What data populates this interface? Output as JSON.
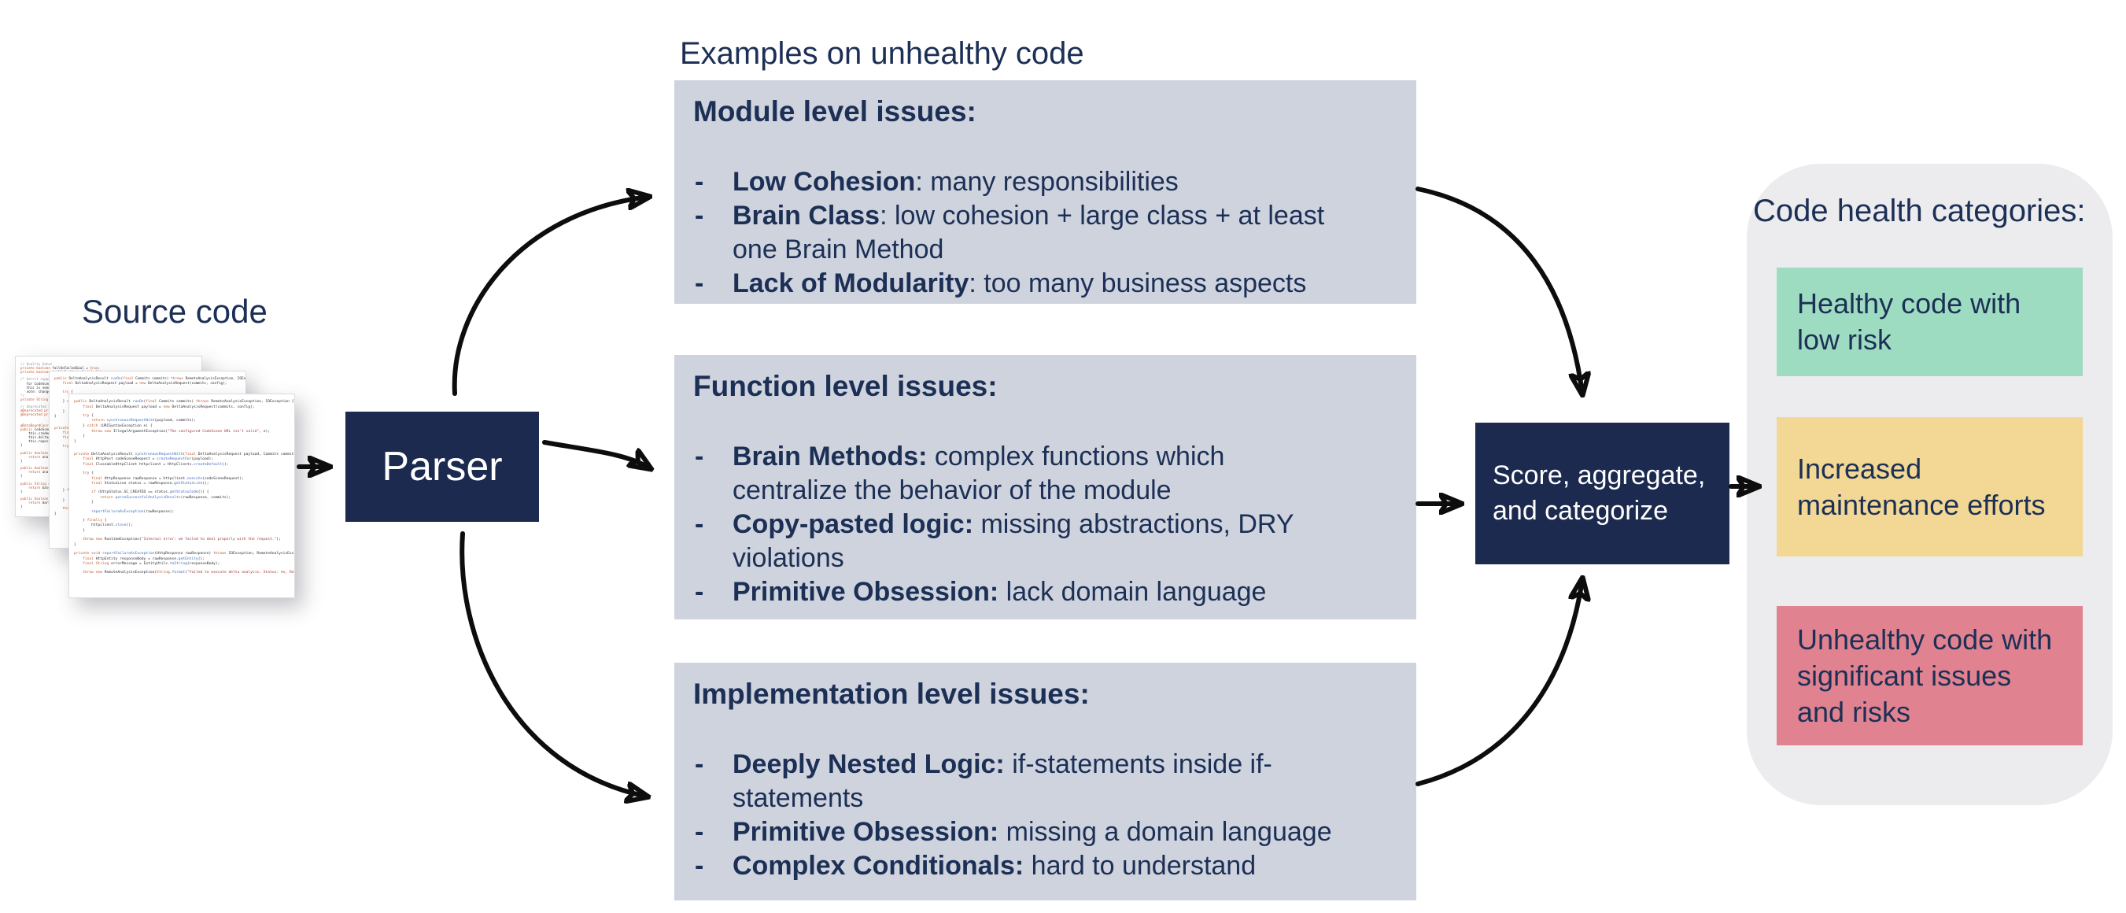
{
  "palette": {
    "navy": "#1b2a4e",
    "box_bg": "#ced3de",
    "panel_bg": "#ececee",
    "arrow": "#0d0d0d",
    "text_navy": "#1c2f55",
    "healthy_green": "#9edcc1",
    "maintenance_yellow": "#f2d795",
    "unhealthy_red": "#e08290"
  },
  "examples_title": "Examples on unhealthy code",
  "source": {
    "label": "Source code",
    "pages": [
      {
        "lines": [
          "// Quality Gates",
          "private boolean failOnFailedGoal = true;",
          "private boolean failOnDecliningCodeHealth = true;",
          "",
          "/* Gerrit support",
          "   for CodeScene delta analysis",
          "   this is needed to resolve the",
          "   note: change_id of the commits",
          "*/",
          "private String originUrl;",
          "",
          "// deprecated settings",
          "@Deprecated private String protocol;",
          "@Deprecated private String baseUrl;",
          "",
          "",
          "@DataBoundConstructor",
          "public CodeSceneBuilder(",
          "    this.credentialsId = credentialsId;",
          "    this.deltaAnalysisUrl = url;",
          "    this.repositoryName = repo;",
          "}",
          "",
          "public boolean isAnalyzeLatestIndividually() {",
          "    return analysisConfig;",
          "}",
          "",
          "public boolean isAnalyzeBranchDiff() {",
          "    return analysisBranch;",
          "}",
          "",
          "public String getBaseRevision() {",
          "    return baseRevision;",
          "}",
          "",
          "public boolean isMarkBuildAsUnstable() {",
          "    return markBuild;",
          "}"
        ]
      },
      {
        "lines": [
          "public DeltaAnalysisResult runOn(final Commits commits) throws RemoteAnalysisException, IOException {",
          "    final DeltaAnalysisRequest payload = new DeltaAnalysisRequest(commits, config);",
          "",
          "    try {",
          "        return synchronousRequestWith(payload, commits);",
          "    } catch (URISyntaxException e) {",
          "        throw new IllegalArgumentException(\"The configured CodeScene URL isn't valid\", e);",
          "    }",
          "}",
          "",
          "",
          "private DeltaAnalysisResult synchronousRequestWith(final DeltaAnalysisRequest payload, Commits commits) throws",
          "    final HttpPost codeSceneRequest = createRequestFor(payload);",
          "    final CloseableHttpClient httpclient = HttpClients.createDefault();",
          "",
          "    try {",
          "        final HttpResponse rawResponse = httpclient.execute(codeSceneRequest);",
          "        final StatusLine status = rawResponse.getStatusLine();",
          "",
          "        if (HttpStatus.SC_CREATED == status.getStatusCode()) {",
          "            return parseSuccessfulAnalysisResults(rawResponse, commits);",
          "        }",
          "",
          "        reportFailureAsException(rawResponse);",
          "",
          "    } finally {",
          "        httpclient.close();",
          "    }",
          "",
          "    throw new RuntimeException(\"Internal error: we failed to deal properly with the request.\");",
          "}"
        ]
      },
      {
        "lines": [
          "public DeltaAnalysisResult runOn(final Commits commits) throws RemoteAnalysisException, IOException {",
          "    final DeltaAnalysisRequest payload = new DeltaAnalysisRequest(commits, config);",
          "",
          "    try {",
          "        return synchronousRequestWith(payload, commits);",
          "    } catch (URISyntaxException e) {",
          "        throw new IllegalArgumentException(\"The configured CodeScene URL isn't valid\", e);",
          "    }",
          "}",
          "",
          "",
          "private DeltaAnalysisResult synchronousRequestWith(final DeltaAnalysisRequest payload, Commits commits) throws",
          "    final HttpPost codeSceneRequest = createRequestFor(payload);",
          "    final CloseableHttpClient httpclient = HttpClients.createDefault();",
          "",
          "    try {",
          "        final HttpResponse rawResponse = httpclient.execute(codeSceneRequest);",
          "        final StatusLine status = rawResponse.getStatusLine();",
          "",
          "        if (HttpStatus.SC_CREATED == status.getStatusCode()) {",
          "            return parseSuccessfulAnalysisResults(rawResponse, commits);",
          "        }",
          "",
          "        reportFailureAsException(rawResponse);",
          "",
          "    } finally {",
          "        httpclient.close();",
          "    }",
          "",
          "    throw new RuntimeException(\"Internal error: we failed to deal properly with the request.\");",
          "}",
          "",
          "private void reportFailureAsException(HttpResponse rawResponse) throws IOException, RemoteAnalysisException {",
          "    final HttpEntity responseBody = rawResponse.getEntity();",
          "    final String errorMessage = EntityUtils.toString(responseBody);",
          "",
          "    throw new RemoteAnalysisException(String.format(\"Failed to execute delta analysis. Status: %s, Reason: %s\","
        ]
      }
    ]
  },
  "parser": {
    "label": "Parser"
  },
  "issue_boxes": [
    {
      "title": "Module level issues:",
      "bullets": [
        {
          "term": "Low Cohesion",
          "rest": ": many responsibilities"
        },
        {
          "term": "Brain Class",
          "rest": ": low cohesion + large class + at least\none Brain Method"
        },
        {
          "term": "Lack of Modularity",
          "rest": ": too many business aspects"
        }
      ]
    },
    {
      "title": "Function level issues:",
      "bullets": [
        {
          "term": "Brain Methods:",
          "rest": " complex functions which\ncentralize the behavior of the module"
        },
        {
          "term": "Copy-pasted logic:",
          "rest": " missing abstractions, DRY\nviolations"
        },
        {
          "term": "Primitive Obsession:",
          "rest": " lack domain language"
        }
      ]
    },
    {
      "title": "Implementation level issues:",
      "bullets": [
        {
          "term": "Deeply Nested Logic:",
          "rest": " if-statements inside if-\nstatements"
        },
        {
          "term": "Primitive Obsession:",
          "rest": " missing a domain language"
        },
        {
          "term": "Complex Conditionals:",
          "rest": " hard to understand"
        }
      ]
    }
  ],
  "score_box": {
    "label": "Score, aggregate,\nand categorize"
  },
  "categories": {
    "title": "Code health categories:",
    "items": [
      {
        "label": "Healthy code with\nlow risk",
        "color": "#9edcc1"
      },
      {
        "label": "Increased\nmaintenance efforts",
        "color": "#f2d795"
      },
      {
        "label": "Unhealthy code with\nsignificant issues\nand risks",
        "color": "#e08290"
      }
    ]
  }
}
